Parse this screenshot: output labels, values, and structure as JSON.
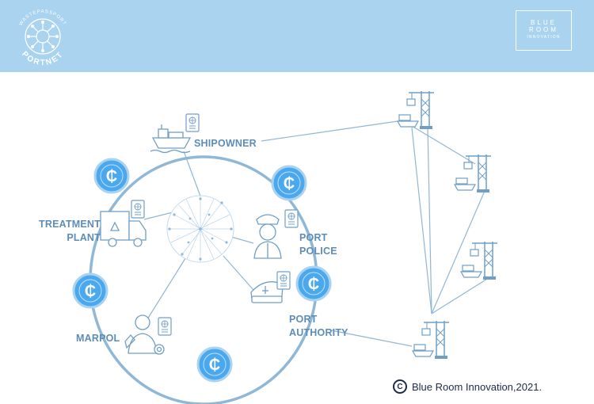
{
  "header": {
    "left_logo_arc": "WASTEPASSPORT",
    "left_logo_name": "PORTNET",
    "right_logo_line1": "BLUE",
    "right_logo_line2": "ROOM",
    "right_logo_line3": "INNOVATION"
  },
  "nodes": {
    "shipowner": "SHIPOWNER",
    "treatment_line1": "TREATMENT",
    "treatment_line2": "PLANT",
    "port_police_line1": "PORT",
    "port_police_line2": "POLICE",
    "port_authority_line1": "PORT",
    "port_authority_line2": "AUTHORITY",
    "marpol": "MARPOL"
  },
  "token_symbol": "₵",
  "footer": {
    "copyright": "Blue Room Innovation,2021.",
    "copyright_icon": "copyright-icon"
  },
  "colors": {
    "header_bg": "#a9d3ee",
    "line": "#8fb7d6",
    "icon": "#6f9fc6",
    "token": "#4aa8ee",
    "label": "#5b8db8"
  }
}
